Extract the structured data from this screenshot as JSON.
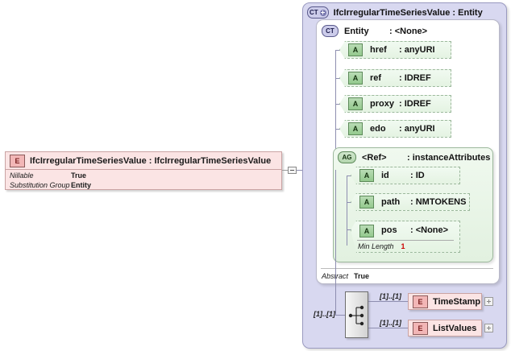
{
  "diagram": {
    "type": "xsd-schema-diagram",
    "colors": {
      "element_fill": "#fbe4e4",
      "element_border": "#c9a3a3",
      "complextype_panel": "#d8d8f0",
      "attribute_fill": "#e4f3e2",
      "attribute_border": "#9cb89c",
      "facet_value": "#cc0000"
    }
  },
  "element": {
    "icon": "element-icon",
    "icon_label": "E",
    "name": "IfcIrregularTimeSeriesValue",
    "separator": ":",
    "type": "IfcIrregularTimeSeriesValue",
    "title": "IfcIrregularTimeSeriesValue : IfcIrregularTimeSeriesValue",
    "properties": [
      {
        "key": "Nillable",
        "value": "True"
      },
      {
        "key": "Substitution Group",
        "value": "Entity"
      }
    ],
    "collapse_toggle": "minus"
  },
  "complex_type": {
    "icon": "complextype-expand-icon",
    "icon_label": "CT",
    "title": "IfcIrregularTimeSeriesValue : Entity",
    "name": "IfcIrregularTimeSeriesValue",
    "base": "Entity"
  },
  "entity": {
    "icon": "complextype-icon",
    "icon_label": "CT",
    "name": "Entity",
    "separator": ":",
    "type": "<None>",
    "abstract": {
      "key": "Abstract",
      "value": "True"
    }
  },
  "attributes": [
    {
      "icon_label": "A",
      "name": "href",
      "type": ": anyURI"
    },
    {
      "icon_label": "A",
      "name": "ref",
      "type": ": IDREF"
    },
    {
      "icon_label": "A",
      "name": "proxy",
      "type": ": IDREF"
    },
    {
      "icon_label": "A",
      "name": "edo",
      "type": ": anyURI"
    }
  ],
  "attribute_group": {
    "icon": "attributegroup-icon",
    "icon_label": "AG",
    "name": "<Ref>",
    "separator": ":",
    "type": "instanceAttributes",
    "attributes": [
      {
        "icon_label": "A",
        "name": "id",
        "type": ": ID",
        "facet": null
      },
      {
        "icon_label": "A",
        "name": "path",
        "type": ": NMTOKENS",
        "facet": null
      },
      {
        "icon_label": "A",
        "name": "pos",
        "type": ": <None>",
        "facet": {
          "key": "Min Length",
          "value": "1"
        }
      }
    ]
  },
  "sequence": {
    "icon": "sequence-icon",
    "cardinality": "[1]..[1]",
    "children": [
      {
        "icon_label": "E",
        "label": "TimeStamp",
        "cardinality": "[1]..[1]",
        "expand": "+"
      },
      {
        "icon_label": "E",
        "label": "ListValues",
        "cardinality": "[1]..[1]",
        "expand": "+"
      }
    ]
  }
}
